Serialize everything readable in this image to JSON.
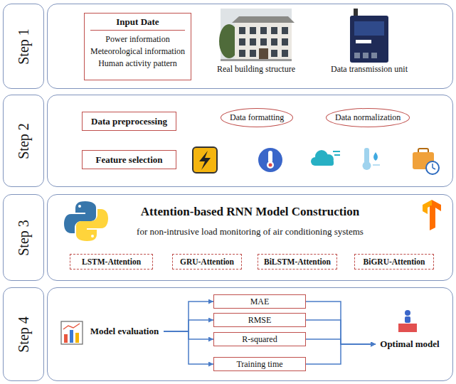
{
  "diagram": {
    "nodes": [
      {
        "text": [
          "Step 1"
        ]
      },
      {
        "text": []
      },
      {
        "text": [
          "Input Date",
          "Power information",
          "Meteorological information",
          "Human activity pattern"
        ],
        "in": 1
      },
      {
        "text": [
          "Step 2"
        ]
      },
      {
        "text": []
      },
      {
        "text": [
          "Data preprocessing"
        ],
        "in": 4
      },
      {
        "text": [
          "Data formatting"
        ],
        "in": 4
      },
      {
        "text": [
          "Data normalization"
        ],
        "in": 4
      },
      {
        "text": [
          "Feature selection"
        ],
        "in": 4
      },
      {
        "text": [
          "Step 3"
        ]
      },
      {
        "text": [
          "Attention-based RNN Model Construction",
          "for non-intrusive load monitoring of air conditioning systems"
        ]
      },
      {
        "text": [
          "LSTM-Attention"
        ],
        "in": 10
      },
      {
        "text": [
          "GRU-Attention"
        ],
        "in": 10
      },
      {
        "text": [
          "BiLSTM-Attention"
        ],
        "in": 10
      },
      {
        "text": [
          "BiGRU-Attention"
        ],
        "in": 10
      },
      {
        "text": [
          "Step 4"
        ]
      },
      {
        "text": []
      },
      {
        "text": [
          "Model evaluation"
        ],
        "in": 16
      },
      {
        "text": [
          "MAE"
        ],
        "in": 16
      },
      {
        "text": [
          "RMSE"
        ],
        "in": 16
      },
      {
        "text": [
          "R-squared"
        ],
        "in": 16
      },
      {
        "text": [
          "Training time"
        ],
        "in": 16
      },
      {
        "text": [
          "Optimal model"
        ],
        "in": 16
      }
    ],
    "edges": [
      {
        "from": 17,
        "to": 18,
        "arrow": "to"
      },
      {
        "from": 17,
        "to": 19,
        "arrow": "to"
      },
      {
        "from": 17,
        "to": 20,
        "arrow": "to"
      },
      {
        "from": 17,
        "to": 21,
        "arrow": "to"
      },
      {
        "from": 18,
        "to": 22,
        "arrow": "to"
      },
      {
        "from": 19,
        "to": 22,
        "arrow": "to"
      },
      {
        "from": 20,
        "to": 22,
        "arrow": "to"
      },
      {
        "from": 21,
        "to": 22,
        "arrow": "to"
      }
    ],
    "labels": [
      "Real building structure",
      "Data transmission unit"
    ]
  }
}
